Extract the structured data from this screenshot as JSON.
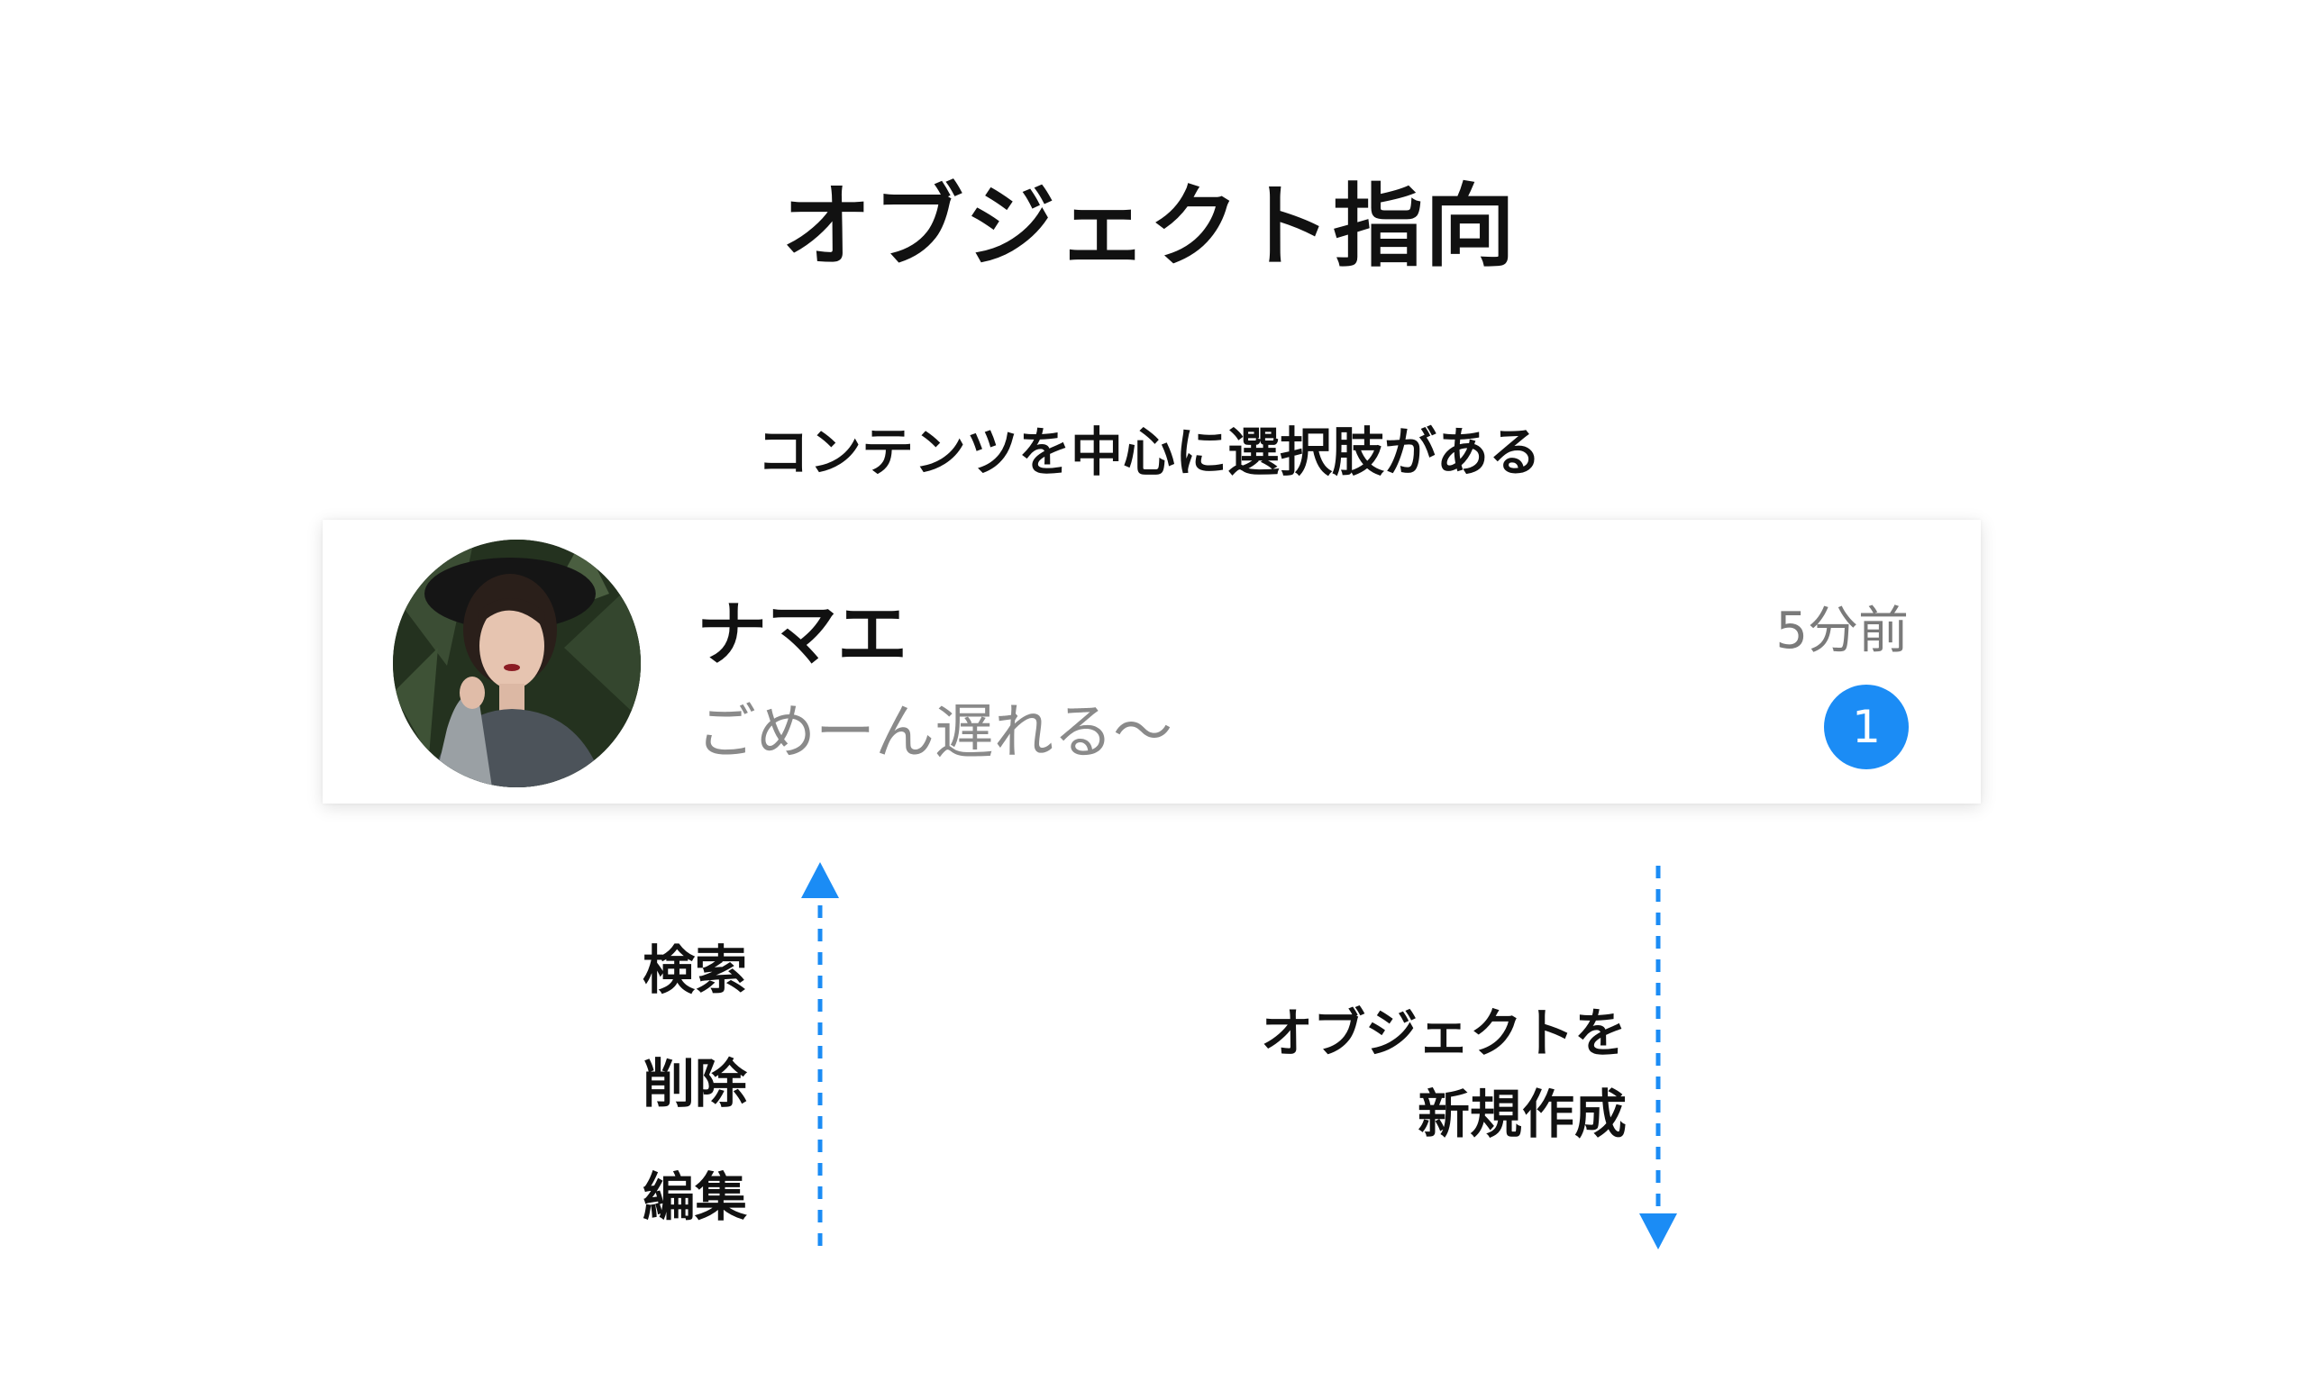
{
  "title": "オブジェクト指向",
  "subtitle": "コンテンツを中心に選択肢がある",
  "card": {
    "name": "ナマエ",
    "message": "ごめーん遅れる〜",
    "time": "5分前",
    "badge": "1"
  },
  "actions": [
    "検索",
    "削除",
    "編集"
  ],
  "create_label": {
    "line1": "オブジェクトを",
    "line2": "新規作成"
  },
  "colors": {
    "accent": "#1b8cf5",
    "text": "#111111",
    "muted": "#8a8a8a"
  }
}
